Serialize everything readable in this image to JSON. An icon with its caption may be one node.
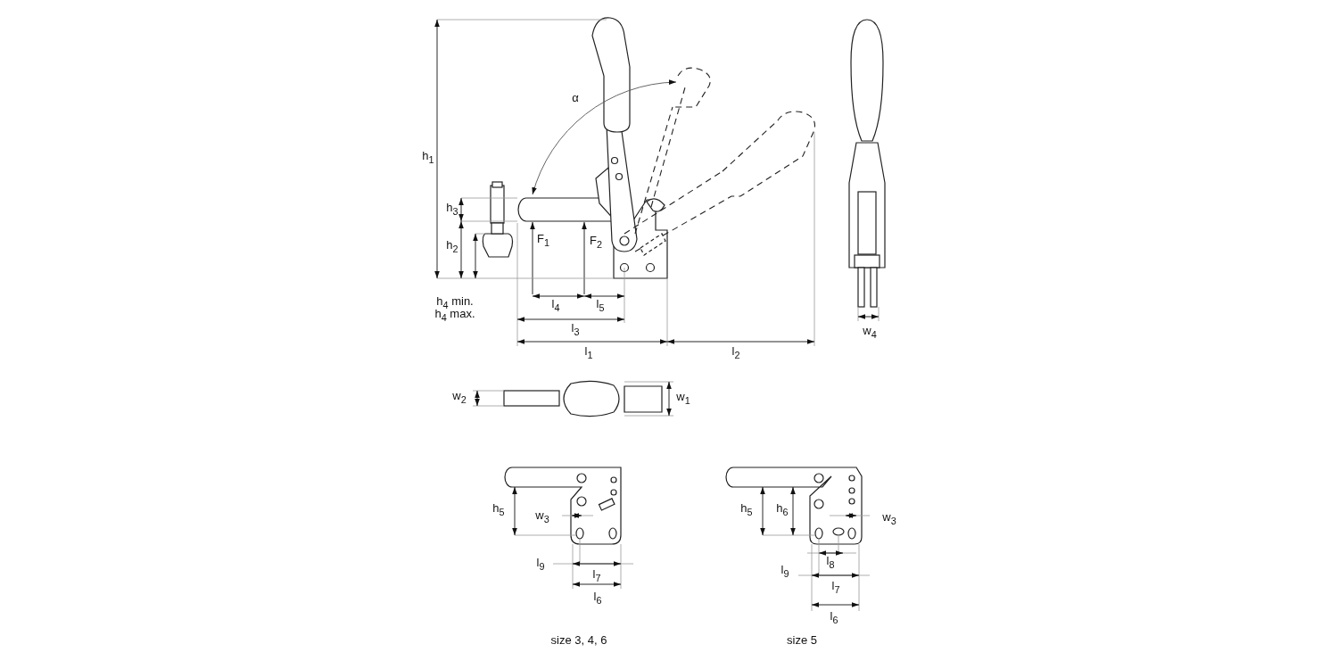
{
  "diagram": {
    "labels": [
      "α",
      "h$_{1}$",
      "h$_{3}$",
      "F$_{1}$",
      "F$_{2}$",
      "h$_{2}$",
      "h$_{4}$ min.",
      "h$_{4}$ max.",
      "l$_{4}$",
      "l$_{5}$",
      "w$_{4}$",
      "l$_{3}$",
      "l$_{1}$",
      "l$_{2}$",
      "w$_{2}$",
      "w$_{1}$",
      "h$_{5}$",
      "w$_{3}$",
      "l$_{9}$",
      "l$_{7}$",
      "l$_{6}$",
      "size 3, 4, 6",
      "h$_{5}$",
      "h$_{6}$",
      "w$_{3}$",
      "l$_{8}$",
      "l$_{9}$",
      "l$_{7}$",
      "l$_{6}$",
      "size 5"
    ]
  }
}
